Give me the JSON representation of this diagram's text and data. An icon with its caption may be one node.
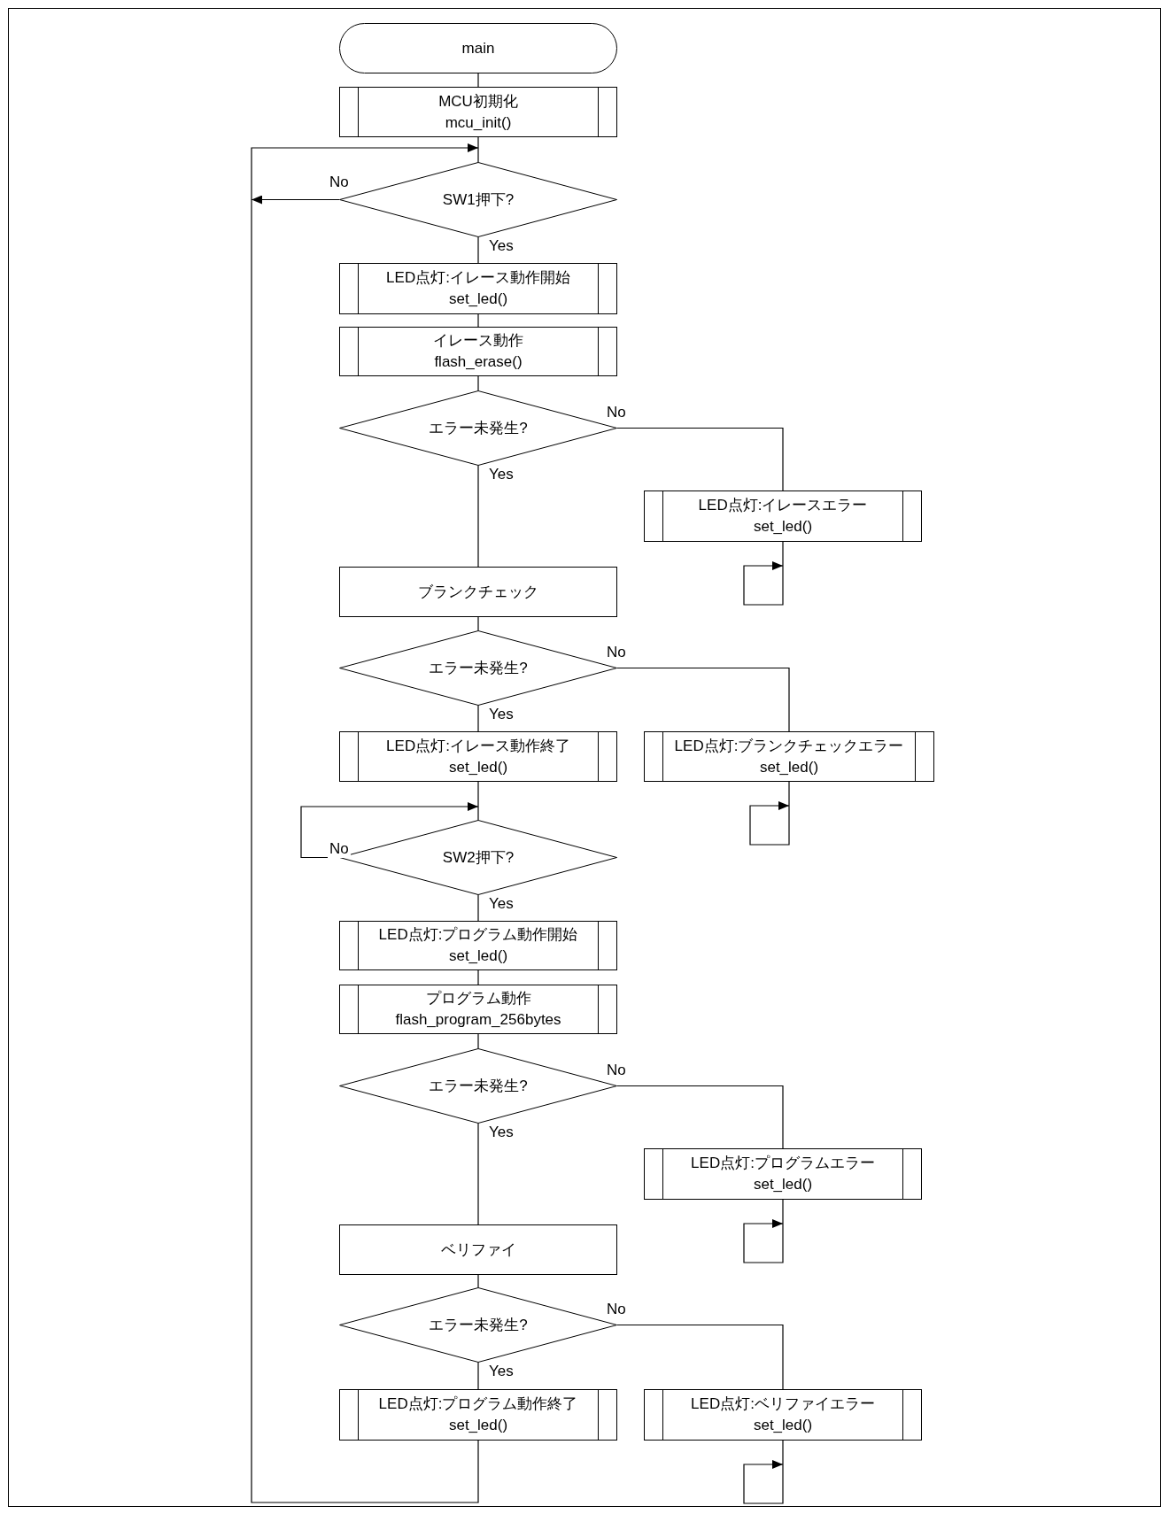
{
  "diagram": {
    "nodes": [
      {
        "text": [
          "main"
        ]
      },
      {
        "text": [
          "MCU初期化",
          "mcu_init()"
        ]
      },
      {
        "text": [
          "SW1押下?"
        ]
      },
      {
        "text": [
          "LED点灯:イレース動作開始",
          "set_led()"
        ]
      },
      {
        "text": [
          "イレース動作",
          "flash_erase()"
        ]
      },
      {
        "text": [
          "エラー未発生?"
        ]
      },
      {
        "text": [
          "LED点灯:イレースエラー",
          "set_led()"
        ]
      },
      {
        "text": [
          "ブランクチェック"
        ]
      },
      {
        "text": [
          "エラー未発生?"
        ]
      },
      {
        "text": [
          "LED点灯:イレース動作終了",
          "set_led()"
        ]
      },
      {
        "text": [
          "LED点灯:ブランクチェックエラー",
          "set_led()"
        ]
      },
      {
        "text": [
          "SW2押下?"
        ]
      },
      {
        "text": [
          "LED点灯:プログラム動作開始",
          "set_led()"
        ]
      },
      {
        "text": [
          "プログラム動作",
          "flash_program_256bytes"
        ]
      },
      {
        "text": [
          "エラー未発生?"
        ]
      },
      {
        "text": [
          "LED点灯:プログラムエラー",
          "set_led()"
        ]
      },
      {
        "text": [
          "ベリファイ"
        ]
      },
      {
        "text": [
          "エラー未発生?"
        ]
      },
      {
        "text": [
          "LED点灯:プログラム動作終了",
          "set_led()"
        ]
      },
      {
        "text": [
          "LED点灯:ベリファイエラー",
          "set_led()"
        ]
      }
    ],
    "edges": [
      {
        "from": 0,
        "to": 1,
        "arrow": "none"
      },
      {
        "from": 1,
        "to": 2,
        "arrow": "none"
      },
      {
        "from": 2,
        "to": 3,
        "arrow": "none",
        "label": "Yes"
      },
      {
        "from": 2,
        "to": 2,
        "arrow": "to",
        "label": "No"
      },
      {
        "from": 3,
        "to": 4,
        "arrow": "none"
      },
      {
        "from": 4,
        "to": 5,
        "arrow": "none"
      },
      {
        "from": 5,
        "to": 6,
        "arrow": "none",
        "label": "No"
      },
      {
        "from": 5,
        "to": 7,
        "arrow": "none",
        "label": "Yes"
      },
      {
        "from": 6,
        "to": 6,
        "arrow": "to"
      },
      {
        "from": 7,
        "to": 8,
        "arrow": "none"
      },
      {
        "from": 8,
        "to": 10,
        "arrow": "none",
        "label": "No"
      },
      {
        "from": 8,
        "to": 9,
        "arrow": "none",
        "label": "Yes"
      },
      {
        "from": 10,
        "to": 10,
        "arrow": "to"
      },
      {
        "from": 9,
        "to": 11,
        "arrow": "none"
      },
      {
        "from": 11,
        "to": 11,
        "arrow": "to",
        "label": "No"
      },
      {
        "from": 11,
        "to": 12,
        "arrow": "none",
        "label": "Yes"
      },
      {
        "from": 12,
        "to": 13,
        "arrow": "none"
      },
      {
        "from": 13,
        "to": 14,
        "arrow": "none"
      },
      {
        "from": 14,
        "to": 15,
        "arrow": "none",
        "label": "No"
      },
      {
        "from": 14,
        "to": 16,
        "arrow": "none",
        "label": "Yes"
      },
      {
        "from": 15,
        "to": 15,
        "arrow": "to"
      },
      {
        "from": 16,
        "to": 17,
        "arrow": "none"
      },
      {
        "from": 17,
        "to": 19,
        "arrow": "none",
        "label": "No"
      },
      {
        "from": 17,
        "to": 18,
        "arrow": "none",
        "label": "Yes"
      },
      {
        "from": 19,
        "to": 19,
        "arrow": "to"
      },
      {
        "from": 18,
        "to": 2,
        "arrow": "to"
      }
    ]
  }
}
